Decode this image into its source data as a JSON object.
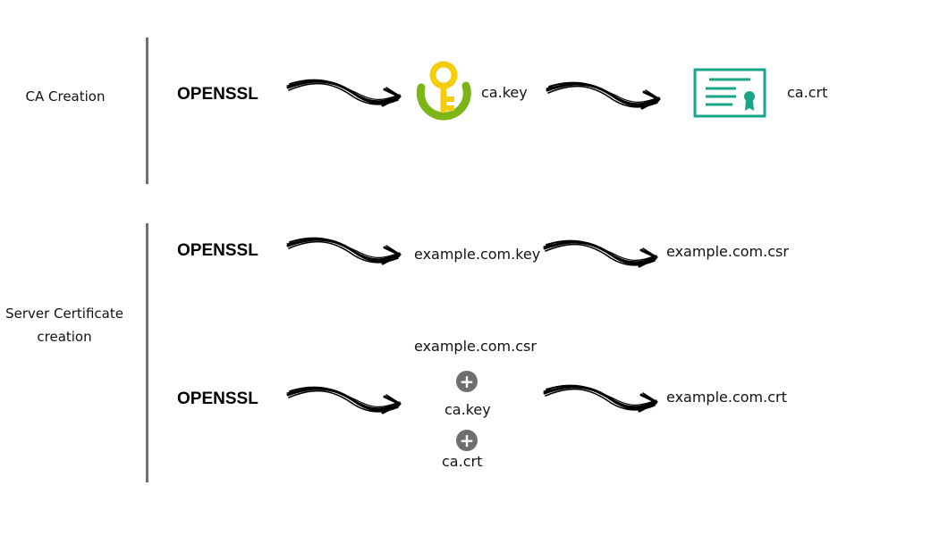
{
  "sections": {
    "ca": {
      "label": "CA Creation"
    },
    "server": {
      "label_line1": "Server Certificate",
      "label_line2": "creation"
    }
  },
  "tool_name": "OPENSSL",
  "ca_flow": {
    "key_file": "ca.key",
    "cert_file": "ca.crt"
  },
  "server_flow": {
    "key_file": "example.com.key",
    "csr_file": "example.com.csr",
    "inputs": [
      "example.com.csr",
      "ca.key",
      "ca.crt"
    ],
    "output_file": "example.com.crt",
    "plus_symbol": "+"
  },
  "colors": {
    "key_gold": "#f6cd0c",
    "key_ring": "#7cb518",
    "certificate_teal": "#1aa589",
    "divider": "#707070",
    "plus_bg": "#6e6e6e"
  },
  "icons": [
    "key-icon",
    "certificate-icon",
    "plus-icon",
    "arrow-icon"
  ]
}
